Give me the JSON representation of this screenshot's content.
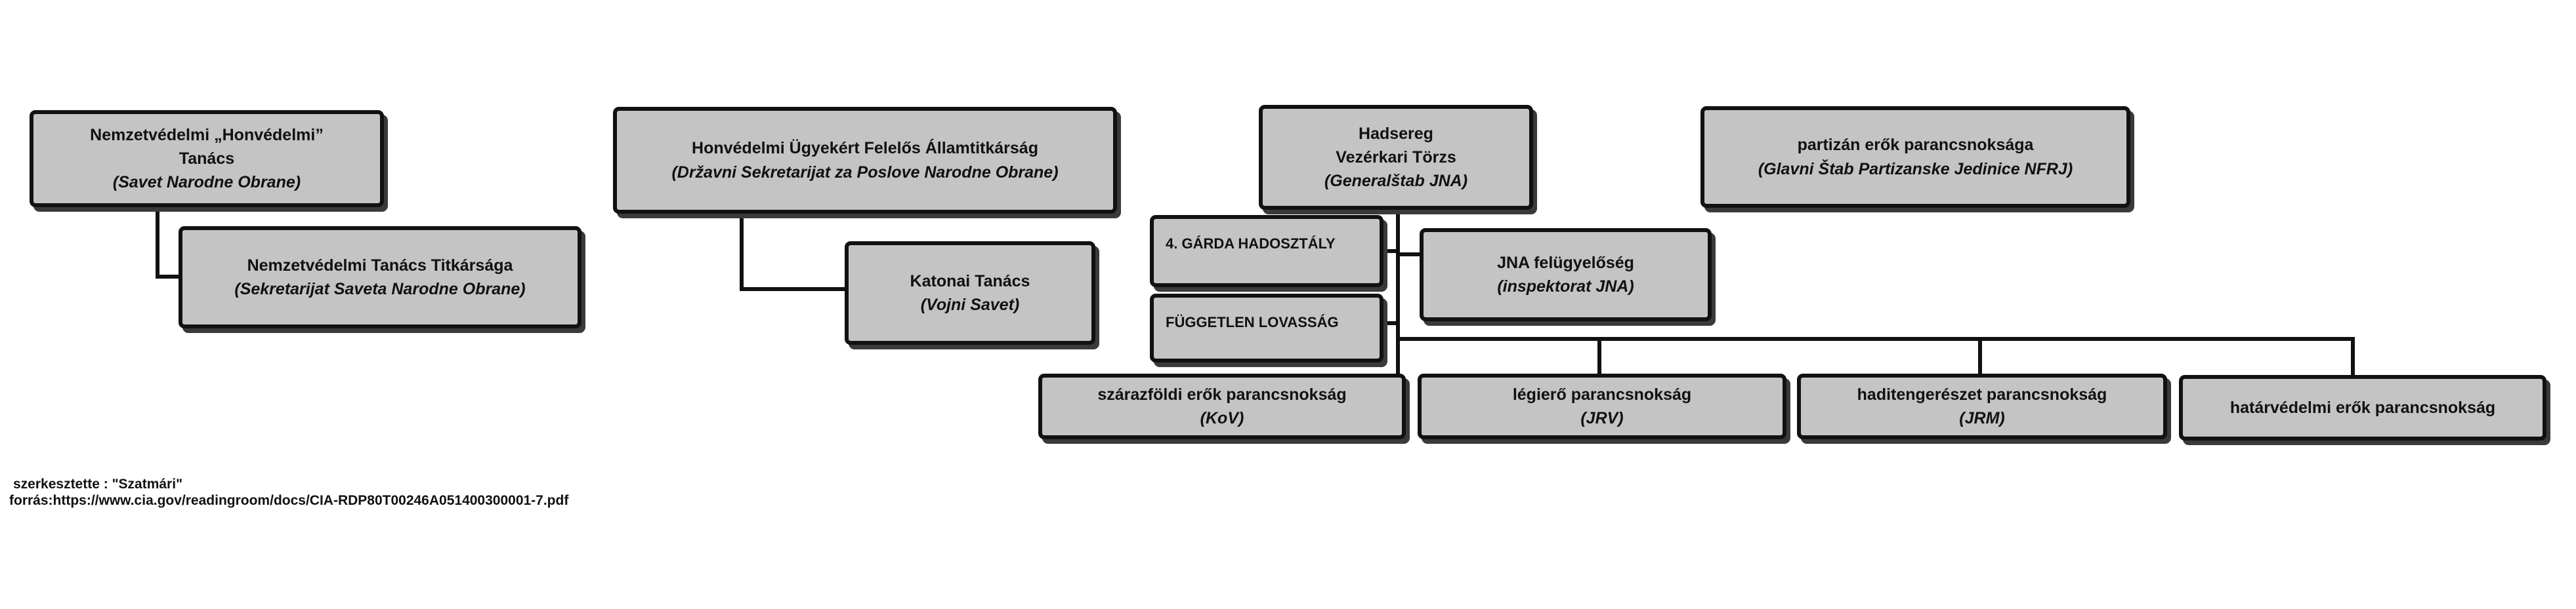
{
  "nodes": {
    "council": {
      "line1": "Nemzetvédelmi „Honvédelmi”",
      "line2": "Tanács",
      "line3": "(Savet Narodne Obrane)"
    },
    "council_secretariat": {
      "line1": "Nemzetvédelmi Tanács Titkársága",
      "line2": "(Sekretarijat Saveta Narodne Obrane)"
    },
    "state_secretariat": {
      "line1": "Honvédelmi Ügyekért Felelős Államtitkárság",
      "line2": "(Državni Sekretarijat za Poslove Narodne Obrane)"
    },
    "military_council": {
      "line1": "Katonai Tanács",
      "line2": "(Vojni Savet)"
    },
    "army_general_staff": {
      "line1": "Hadsereg",
      "line2": "Vezérkari Törzs",
      "line3": "(Generalštab JNA)"
    },
    "partisan_command": {
      "line1": "partizán erők parancsnoksága",
      "line2": "(Glavni Štab Partizanske Jedinice NFRJ)"
    },
    "guard_division": {
      "line1": "4. GÁRDA HADOSZTÁLY"
    },
    "independent_cavalry": {
      "line1": "FÜGGETLEN LOVASSÁG"
    },
    "jna_inspectorate": {
      "line1": "JNA felügyelőség",
      "line2": "(inspektorat JNA)"
    },
    "land_forces": {
      "line1": "szárazföldi erők parancsnokság",
      "line2": "(KoV)"
    },
    "air_force": {
      "line1": "légierő parancsnokság",
      "line2": "(JRV)"
    },
    "navy": {
      "line1": "haditengerészet parancsnokság",
      "line2": "(JRM)"
    },
    "border_guard": {
      "line1": "határvédelmi erők parancsnokság"
    }
  },
  "footer": {
    "editor": "szerkesztette : \"Szatmári\"",
    "source": "forrás:https://www.cia.gov/readingroom/docs/CIA-RDP80T00246A051400300001-7.pdf"
  }
}
